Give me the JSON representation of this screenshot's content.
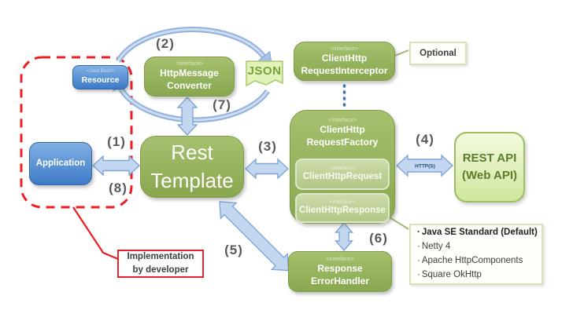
{
  "boxes": {
    "resource": {
      "stereotype": "<Java Bean>",
      "label": "Resource"
    },
    "application": {
      "label": "Application"
    },
    "converter": {
      "stereotype": "<interface>",
      "line1": "HttpMessage",
      "line2": "Converter"
    },
    "rest_template": {
      "line1": "Rest",
      "line2": "Template"
    },
    "json": {
      "label": "JSON"
    },
    "interceptor": {
      "stereotype": "<interface>",
      "line1": "ClientHttp",
      "line2": "RequestInterceptor"
    },
    "optional": {
      "label": "Optional"
    },
    "factory": {
      "stereotype": "<interface>",
      "line1": "ClientHttp",
      "line2": "RequestFactory"
    },
    "client_http_request": {
      "stereotype": "<interface>",
      "label": "ClientHttpRequest"
    },
    "client_http_response": {
      "stereotype": "<interface>",
      "label": "ClientHttpResponse"
    },
    "rest_api": {
      "line1": "REST API",
      "line2": "(Web API)"
    },
    "error_handler": {
      "stereotype": "<interface>",
      "line1": "Response",
      "line2": "ErrorHandler"
    },
    "developer_note": {
      "line1": "Implementation",
      "line2": "by developer"
    }
  },
  "steps": {
    "n1": "(1)",
    "n2": "(2)",
    "n3": "(3)",
    "n4": "(4)",
    "n5": "(5)",
    "n6": "(6)",
    "n7": "(7)",
    "n8": "(8)"
  },
  "labels": {
    "protocol": "HTTP(S)"
  },
  "implementations": {
    "bullet": "·",
    "items": [
      "Java SE Standard (Default)",
      "Netty 4",
      "Apache HttpComponents",
      "Square OkHttp"
    ]
  },
  "colors": {
    "box_green": "#93b05a",
    "box_blue": "#4c86cb",
    "arrow_blue_fill": "#c3d7f0",
    "arrow_blue_edge": "#7fa5d6",
    "boundary_red": "#ec1c24",
    "pale_green": "#e4f3c0"
  }
}
